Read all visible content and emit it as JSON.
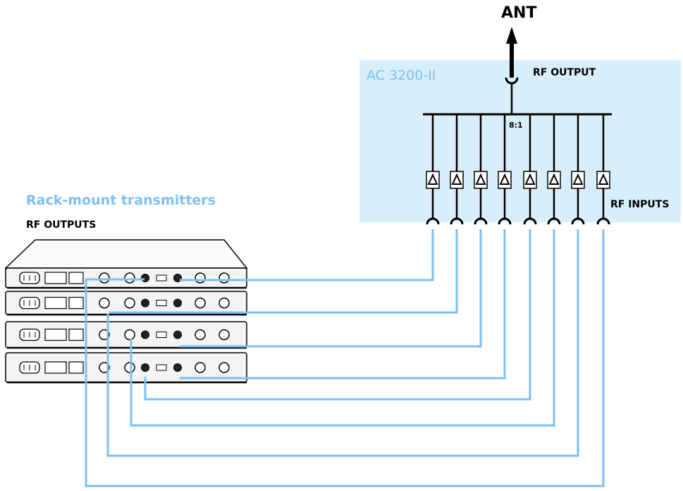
{
  "labels": {
    "antenna": "ANT",
    "device": "AC 3200-II",
    "rf_output": "RF OUTPUT",
    "ratio": "8:1",
    "rf_inputs": "RF INPUTS",
    "transmitters": "Rack-mount transmitters",
    "rf_outputs": "RF OUTPUTS"
  },
  "colors": {
    "device_fill": "#d9eefb",
    "cable": "#7cbff0",
    "line": "#000000",
    "rack_fill": "#f4f4f4"
  }
}
